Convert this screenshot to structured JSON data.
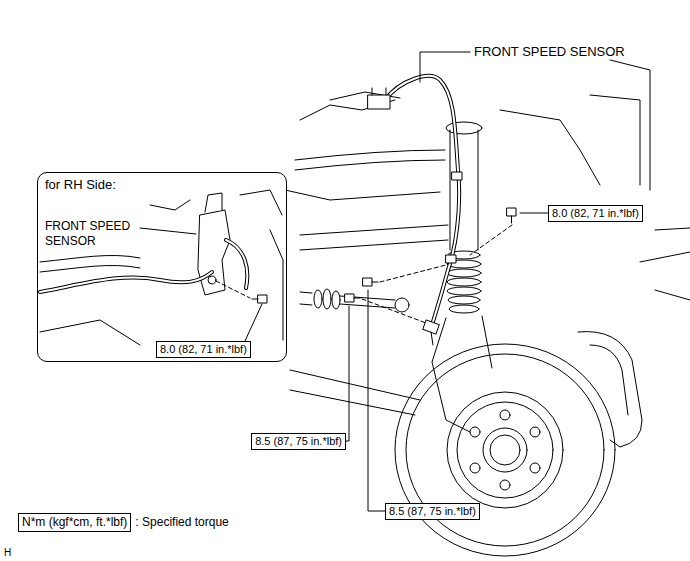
{
  "diagram": {
    "nodes": [
      {
        "text": [
          "for RH Side:"
        ]
      },
      {
        "text": [
          "8.0 (82, 71 in.*lbf)"
        ],
        "in": 0
      },
      {
        "text": [
          "8.0 (82, 71 in.*lbf)"
        ]
      },
      {
        "text": [
          "8.5 (87, 75 in.*lbf)"
        ]
      },
      {
        "text": [
          "8.5 (87, 75 in.*lbf)"
        ]
      },
      {
        "text": [
          "N*m (kgf*cm, ft.*lbf)"
        ]
      }
    ],
    "labels": [
      "FRONT SPEED SENSOR",
      "FRONT SPEED SENSOR",
      ": Specified torque",
      "H"
    ]
  }
}
